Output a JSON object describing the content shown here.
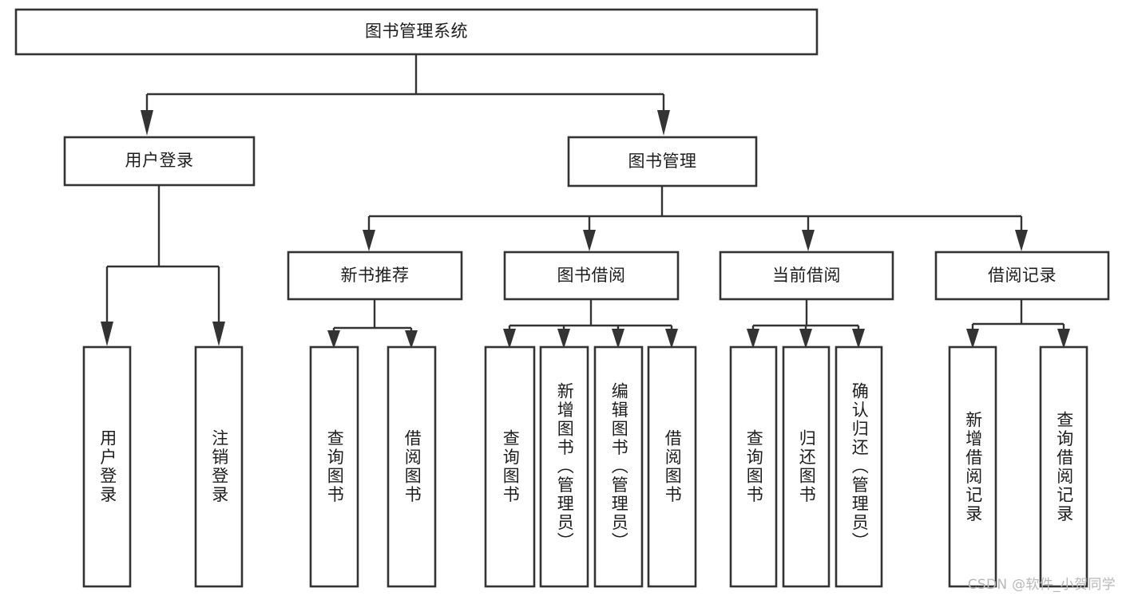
{
  "diagram": {
    "type": "tree-hierarchy-chart",
    "title": "图书管理系统",
    "watermark": "CSDN @软件_小贺同学",
    "theme": {
      "background": "#ffffff",
      "box_fill": "#ffffff",
      "box_stroke": "#333333",
      "connector_color": "#333333",
      "text_color": "#1d1d1d",
      "watermark_color": "#b9b9b9"
    },
    "levels": [
      {
        "level": 1,
        "nodes": [
          {
            "id": "root",
            "label": "图书管理系统",
            "orientation": "horizontal"
          }
        ]
      },
      {
        "level": 2,
        "nodes": [
          {
            "id": "login",
            "label": "用户登录",
            "orientation": "horizontal",
            "parent": "root"
          },
          {
            "id": "bookmgmt",
            "label": "图书管理",
            "orientation": "horizontal",
            "parent": "root"
          }
        ]
      },
      {
        "level": 3,
        "nodes": [
          {
            "id": "newbook",
            "label": "新书推荐",
            "orientation": "horizontal",
            "parent": "bookmgmt"
          },
          {
            "id": "borrow",
            "label": "图书借阅",
            "orientation": "horizontal",
            "parent": "bookmgmt"
          },
          {
            "id": "current",
            "label": "当前借阅",
            "orientation": "horizontal",
            "parent": "bookmgmt"
          },
          {
            "id": "records",
            "label": "借阅记录",
            "orientation": "horizontal",
            "parent": "bookmgmt"
          }
        ]
      },
      {
        "level": 4,
        "nodes": [
          {
            "id": "leaf-1",
            "label": "用户登录",
            "orientation": "vertical",
            "parent": "login"
          },
          {
            "id": "leaf-2",
            "label": "注销登录",
            "orientation": "vertical",
            "parent": "login"
          },
          {
            "id": "leaf-3",
            "label": "查询图书",
            "orientation": "vertical",
            "parent": "newbook"
          },
          {
            "id": "leaf-4",
            "label": "借阅图书",
            "orientation": "vertical",
            "parent": "newbook"
          },
          {
            "id": "leaf-5",
            "label": "查询图书",
            "orientation": "vertical",
            "parent": "borrow"
          },
          {
            "id": "leaf-6",
            "label": "新增图书（管理员）",
            "orientation": "vertical",
            "parent": "borrow"
          },
          {
            "id": "leaf-7",
            "label": "编辑图书（管理员）",
            "orientation": "vertical",
            "parent": "borrow"
          },
          {
            "id": "leaf-8",
            "label": "借阅图书",
            "orientation": "vertical",
            "parent": "borrow"
          },
          {
            "id": "leaf-9",
            "label": "查询图书",
            "orientation": "vertical",
            "parent": "current"
          },
          {
            "id": "leaf-10",
            "label": "归还图书",
            "orientation": "vertical",
            "parent": "current"
          },
          {
            "id": "leaf-11",
            "label": "确认归还（管理员）",
            "orientation": "vertical",
            "parent": "current"
          },
          {
            "id": "leaf-12",
            "label": "新增借阅记录",
            "orientation": "vertical",
            "parent": "records"
          },
          {
            "id": "leaf-13",
            "label": "查询借阅记录",
            "orientation": "vertical",
            "parent": "records"
          }
        ]
      }
    ]
  }
}
